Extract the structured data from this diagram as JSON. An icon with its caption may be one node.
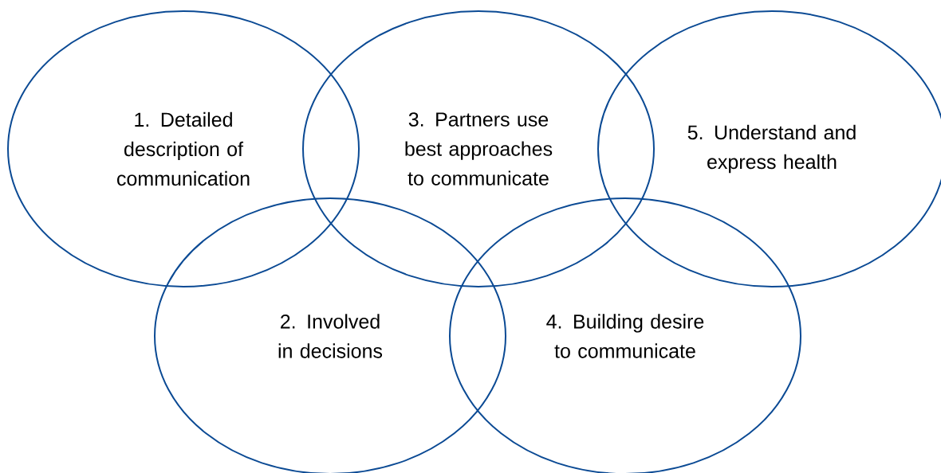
{
  "diagram": {
    "nodes": [
      {
        "text": [
          "1. Detailed description of communication"
        ]
      },
      {
        "text": [
          "3. Partners use best approaches to communicate"
        ]
      },
      {
        "text": [
          "5. Understand and express health"
        ]
      },
      {
        "text": [
          "2. Involved in decisions"
        ]
      },
      {
        "text": [
          "4. Building desire to communicate"
        ]
      }
    ]
  }
}
